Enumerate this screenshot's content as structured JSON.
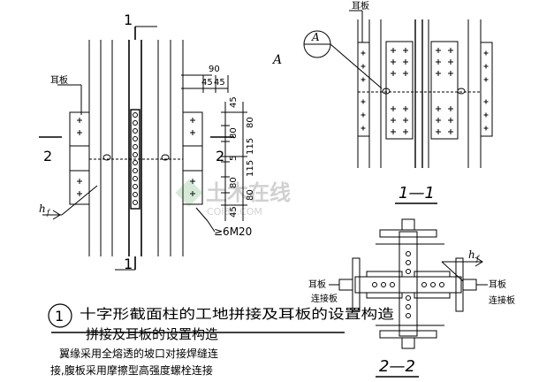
{
  "section_marks": {
    "top": "1",
    "bottom": "1",
    "left": "2",
    "right": "2"
  },
  "view_mark": "A",
  "callout": {
    "letter": "A",
    "symbol": "—"
  },
  "labels": {
    "ear_plate_left": "耳板",
    "ear_plate_top": "耳板",
    "weld": "h",
    "weld_sub": "f",
    "bolt_spec": "≥6M20",
    "section_11": "1—1",
    "section_22": "2—2",
    "ear_plate_s22": "耳板",
    "connect_plate_left": "连接板",
    "connect_plate_right": "连接板",
    "ear_plate_s22_right": "耳板"
  },
  "dims": {
    "top_90": "90",
    "top_45a": "45",
    "top_45b": "45",
    "v_45a": "45",
    "v_80a": "80",
    "v_80b": "80",
    "v_115a": "115",
    "v_5": "5",
    "v_115b": "115",
    "v_80c": "80",
    "v_80d": "80",
    "v_45b": "45"
  },
  "title": {
    "number": "1",
    "line1": "十字形截面柱的工地拼接及耳板的设置构造",
    "line2": "拼接及耳板的设置构造"
  },
  "notes": {
    "line1": "翼缘采用全熔透的坡口对接焊缝连",
    "line2": "接,腹板采用摩擦型高强度螺栓连接"
  },
  "watermark": {
    "main": "土木在线",
    "sub": "COI88.COM"
  }
}
